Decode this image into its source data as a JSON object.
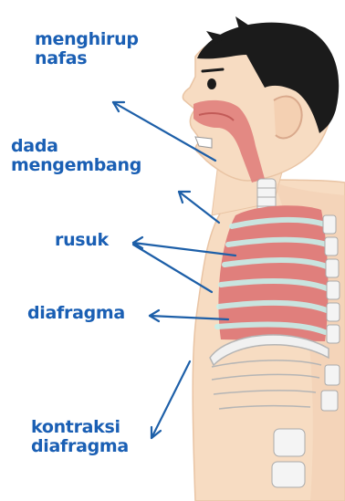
{
  "labels": {
    "inhale_line1": "menghirup",
    "inhale_line2": "nafas",
    "chest_line1": "dada",
    "chest_line2": "mengembang",
    "ribs": "rusuk",
    "diaphragm": "diafragma",
    "contraction_line1": "kontraksi",
    "contraction_line2": "diafragma"
  },
  "colors": {
    "label": "#1a5fb4",
    "arrow": "#1d5fa8",
    "skin": "#f7dcc2",
    "lung": "#e07f7c",
    "hair": "#1b1b1b"
  }
}
